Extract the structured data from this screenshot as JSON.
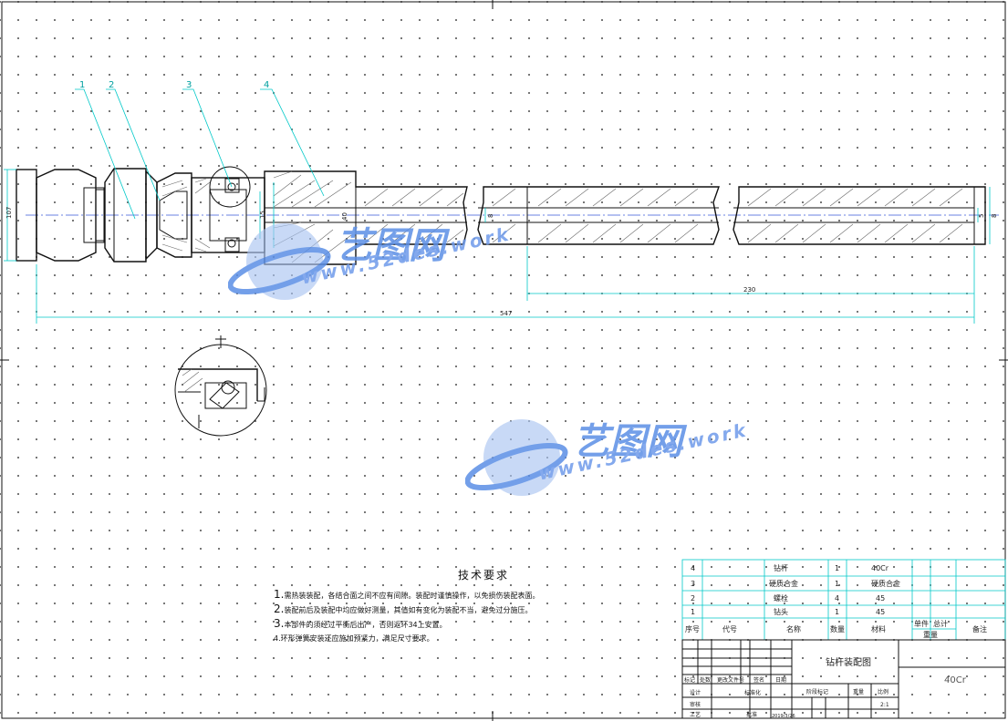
{
  "balloons": [
    "1",
    "2",
    "3",
    "4"
  ],
  "dimensions": {
    "height_left": "107",
    "inner_15": "15",
    "inner_40": "40",
    "inner_8": "8",
    "inner_5": "5",
    "right_8": "8",
    "length_230": "230",
    "length_total": "547"
  },
  "tech_requirements": {
    "title": "技术要求",
    "items": [
      {
        "num": "1.",
        "text": "需热装装配，各结合面之间不应有间隙。装配时谨慎操作，以免损伤装配表面。"
      },
      {
        "num": "2.",
        "text": "装配前后及装配中均应做好测量，其值如有变化为装配不当，避免过分施压。"
      },
      {
        "num": "3.",
        "text": "本部件的须经过平衡后出产，否则返环34上安置。"
      },
      {
        "num": "4.",
        "text": "环形弹簧安装还应施加预紧力，满足尺寸要求。"
      }
    ]
  },
  "parts_list": {
    "rows": [
      {
        "no": "4",
        "name": "钻杆",
        "qty": "1",
        "material": "40Cr"
      },
      {
        "no": "3",
        "name": "硬质合金",
        "qty": "1",
        "material": "硬质合金"
      },
      {
        "no": "2",
        "name": "螺栓",
        "qty": "4",
        "material": "45"
      },
      {
        "no": "1",
        "name": "钻头",
        "qty": "1",
        "material": "45"
      }
    ],
    "header": {
      "no": "序号",
      "code": "代号",
      "name": "名称",
      "qty": "数量",
      "material": "材料",
      "single": "单件",
      "total": "总计",
      "weight": "重量",
      "remark": "备注"
    }
  },
  "title_block": {
    "drawing_name": "钻杆装配图",
    "material": "40Cr",
    "mark": "标记",
    "count": "处数",
    "zone": "更改文件号",
    "sign": "签名",
    "date_label": "日期",
    "design": "设计",
    "standardize": "标准化",
    "check": "审核",
    "process": "工艺",
    "approve": "批准",
    "stage_mark": "阶段标记",
    "weight": "重量",
    "scale": "比例",
    "scale_value": "2:1",
    "date": "2019/3/26"
  },
  "watermark": {
    "cn": "艺图网",
    "url": "www.52des.work"
  }
}
